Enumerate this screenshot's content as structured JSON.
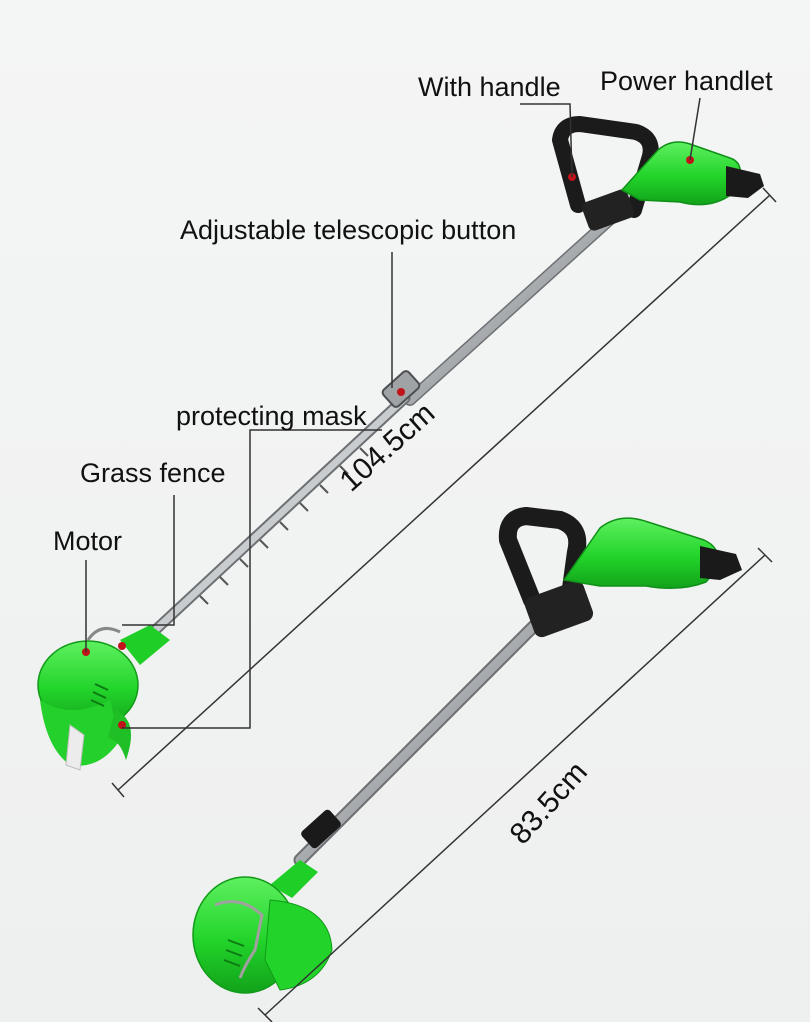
{
  "labels": {
    "with_handle": "With handle",
    "power_handlet": "Power handlet",
    "adjustable_button": "Adjustable telescopic button",
    "protecting_mask": "protecting mask",
    "grass_fence": "Grass fence",
    "motor": "Motor"
  },
  "dimensions": {
    "extended": "104.5cm",
    "retracted": "83.5cm"
  },
  "colors": {
    "body_green": "#22d42a",
    "dark_green": "#12a21a",
    "handle_black": "#1b1b1b",
    "pole_silver": "#b9bcbf",
    "marker_red": "#c0141a"
  }
}
